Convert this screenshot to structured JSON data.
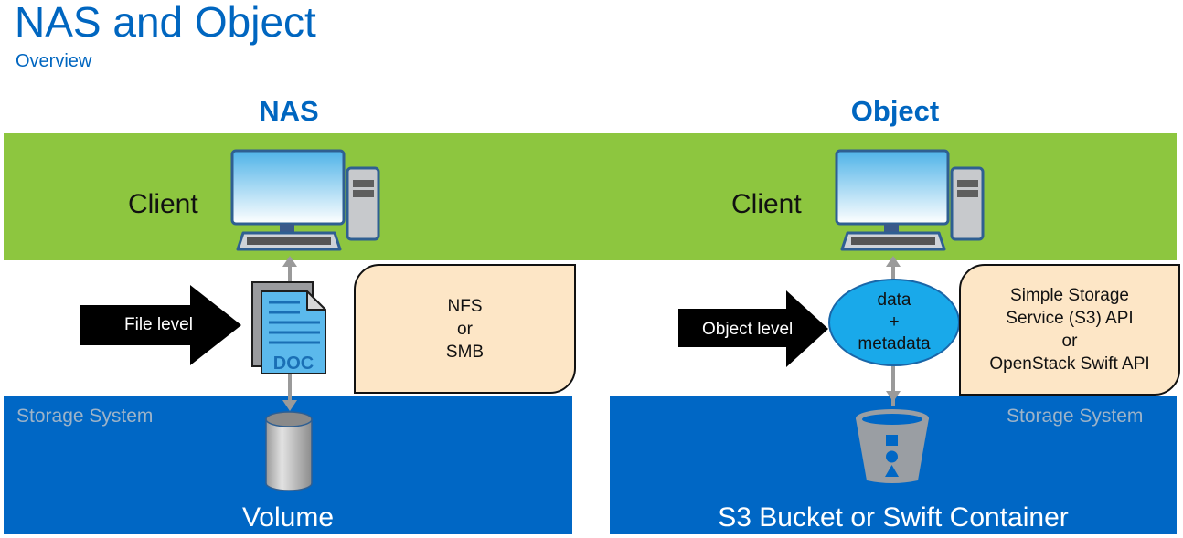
{
  "header": {
    "title": "NAS and Object",
    "subtitle": "Overview"
  },
  "colors": {
    "accent_blue": "#0066c0",
    "client_band_green": "#8dc63f",
    "storage_blue": "#0067c5",
    "protocol_box_fill": "#fde6c6",
    "object_ellipse_fill": "#19a9ea"
  },
  "nas": {
    "heading": "NAS",
    "client_label": "Client",
    "client_icon": "desktop-computer-icon",
    "access_arrow_label": "File level",
    "payload_icon": "doc-file-icon",
    "payload_icon_text": "DOC",
    "protocols": [
      "NFS",
      "or",
      "SMB"
    ],
    "storage_label": "Storage System",
    "storage_icon": "volume-cylinder-icon",
    "storage_unit_label": "Volume"
  },
  "object": {
    "heading": "Object",
    "client_label": "Client",
    "client_icon": "desktop-computer-icon",
    "access_arrow_label": "Object level",
    "payload_lines": [
      "data",
      "+",
      "metadata"
    ],
    "protocols": [
      "Simple Storage",
      "Service (S3) API",
      "or",
      "OpenStack Swift API"
    ],
    "storage_label": "Storage System",
    "storage_icon": "bucket-icon",
    "storage_unit_label": "S3 Bucket or Swift Container"
  }
}
